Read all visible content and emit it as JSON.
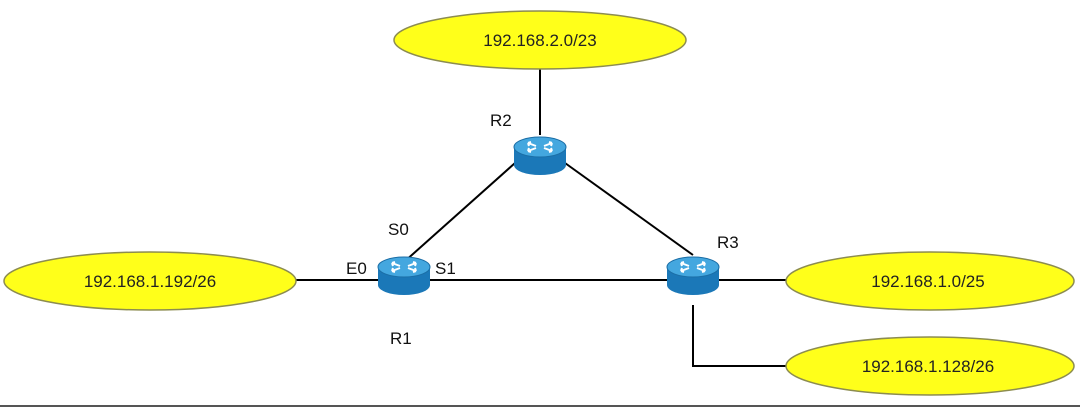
{
  "colors": {
    "network_fill": "#ffff1a",
    "network_stroke": "#8c8c50",
    "router_body": "#1b78b8",
    "router_top": "#44a7df",
    "link": "#000000"
  },
  "routers": {
    "r1": {
      "label": "R1",
      "icon": "router-icon"
    },
    "r2": {
      "label": "R2",
      "icon": "router-icon"
    },
    "r3": {
      "label": "R3",
      "icon": "router-icon"
    }
  },
  "interfaces": {
    "r1_e0": "E0",
    "r1_s0": "S0",
    "r1_s1": "S1"
  },
  "networks": {
    "r2_lan": "192.168.2.0/23",
    "r1_lan": "192.168.1.192/26",
    "r3_lan_a": "192.168.1.0/25",
    "r3_lan_b": "192.168.1.128/26"
  }
}
